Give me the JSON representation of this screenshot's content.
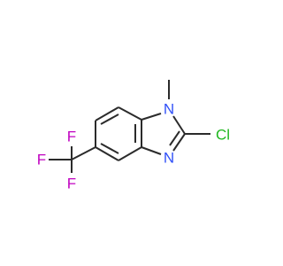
{
  "molecule": {
    "atoms": {
      "n1": {
        "label": "N",
        "color": "#3050f8"
      },
      "methyl": {
        "label": "",
        "color": "#2b2b2b"
      },
      "c2": {
        "label": "",
        "color": "#2b2b2b"
      },
      "cl": {
        "label": "Cl",
        "color": "#1fb81f"
      },
      "n3": {
        "label": "N",
        "color": "#3050f8"
      },
      "f_top": {
        "label": "F",
        "color": "#c000c0"
      },
      "f_left": {
        "label": "F",
        "color": "#c000c0"
      },
      "f_bottom": {
        "label": "F",
        "color": "#c000c0"
      }
    },
    "bond_color": "#2b2b2b"
  }
}
